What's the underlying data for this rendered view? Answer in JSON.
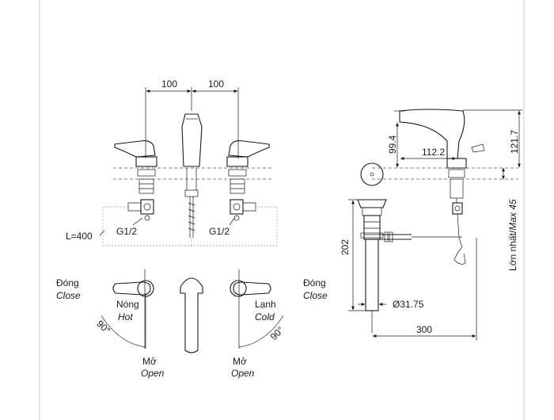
{
  "front_view": {
    "dim_left": "100",
    "dim_right": "100",
    "hose_length": "L=400",
    "thread_left": "G1/2",
    "thread_right": "G1/2"
  },
  "top_view": {
    "left_close_vi": "Đóng",
    "left_close_en": "Close",
    "left_hot_vi": "Nóng",
    "left_hot_en": "Hot",
    "left_angle": "90°",
    "left_open_vi": "Mở",
    "left_open_en": "Open",
    "right_close_vi": "Đóng",
    "right_close_en": "Close",
    "right_cold_vi": "Lạnh",
    "right_cold_en": "Cold",
    "right_angle": "90°",
    "right_open_vi": "Mở",
    "right_open_en": "Open"
  },
  "side_view": {
    "dim_99_4": "99.4",
    "dim_112_2": "112.2",
    "dim_121_7": "121.7",
    "dim_202": "202",
    "dim_diameter": "Ø31.75",
    "dim_300": "300",
    "max_label_vi": "Lớn nhất/",
    "max_label_en": "Max 45"
  }
}
